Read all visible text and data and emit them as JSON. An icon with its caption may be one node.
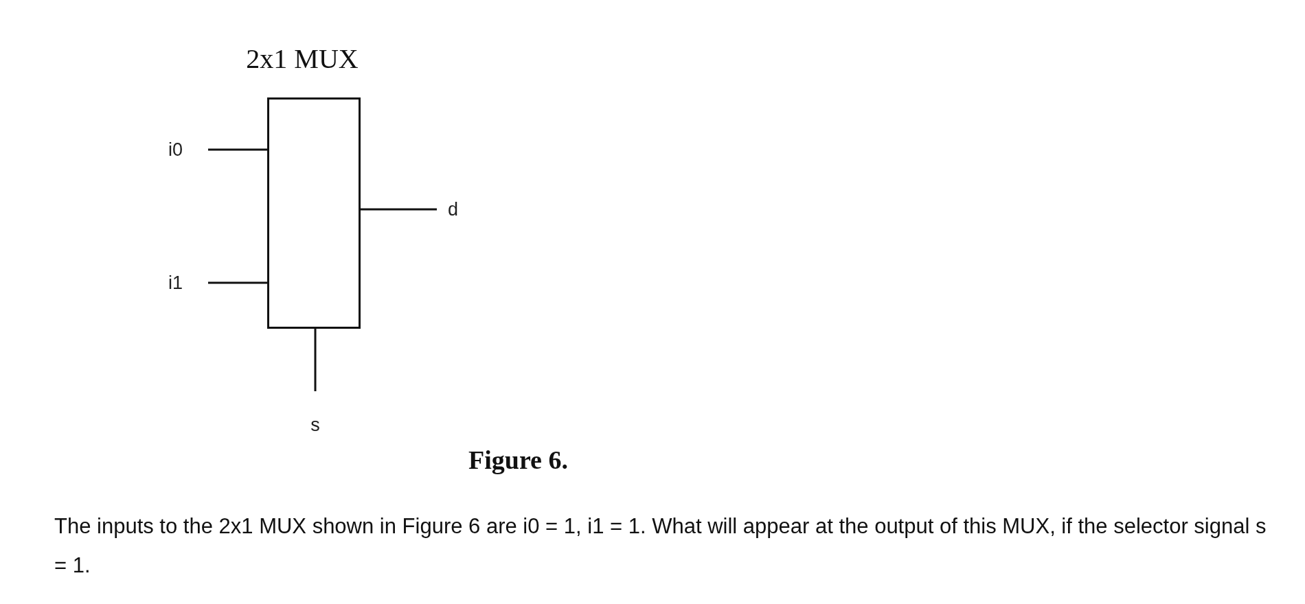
{
  "diagram": {
    "caption": "Figure 6.",
    "nodes": [
      {
        "text": [
          "2x1 MUX"
        ]
      },
      {
        "text": [
          "i0"
        ]
      },
      {
        "text": [
          "i1"
        ]
      },
      {
        "text": [
          "d"
        ]
      },
      {
        "text": [
          "s"
        ]
      }
    ],
    "edges": [
      {
        "from": 1,
        "to": 0,
        "arrow": "none"
      },
      {
        "from": 2,
        "to": 0,
        "arrow": "none"
      },
      {
        "from": 0,
        "to": 3,
        "arrow": "none"
      },
      {
        "from": 4,
        "to": 0,
        "arrow": "none"
      }
    ],
    "labels": [
      "The inputs to the 2x1 MUX shown in Figure 6 are i0 = 1, i1 = 1. What will appear at the output of this MUX, if the selector signal s = 1."
    ]
  }
}
